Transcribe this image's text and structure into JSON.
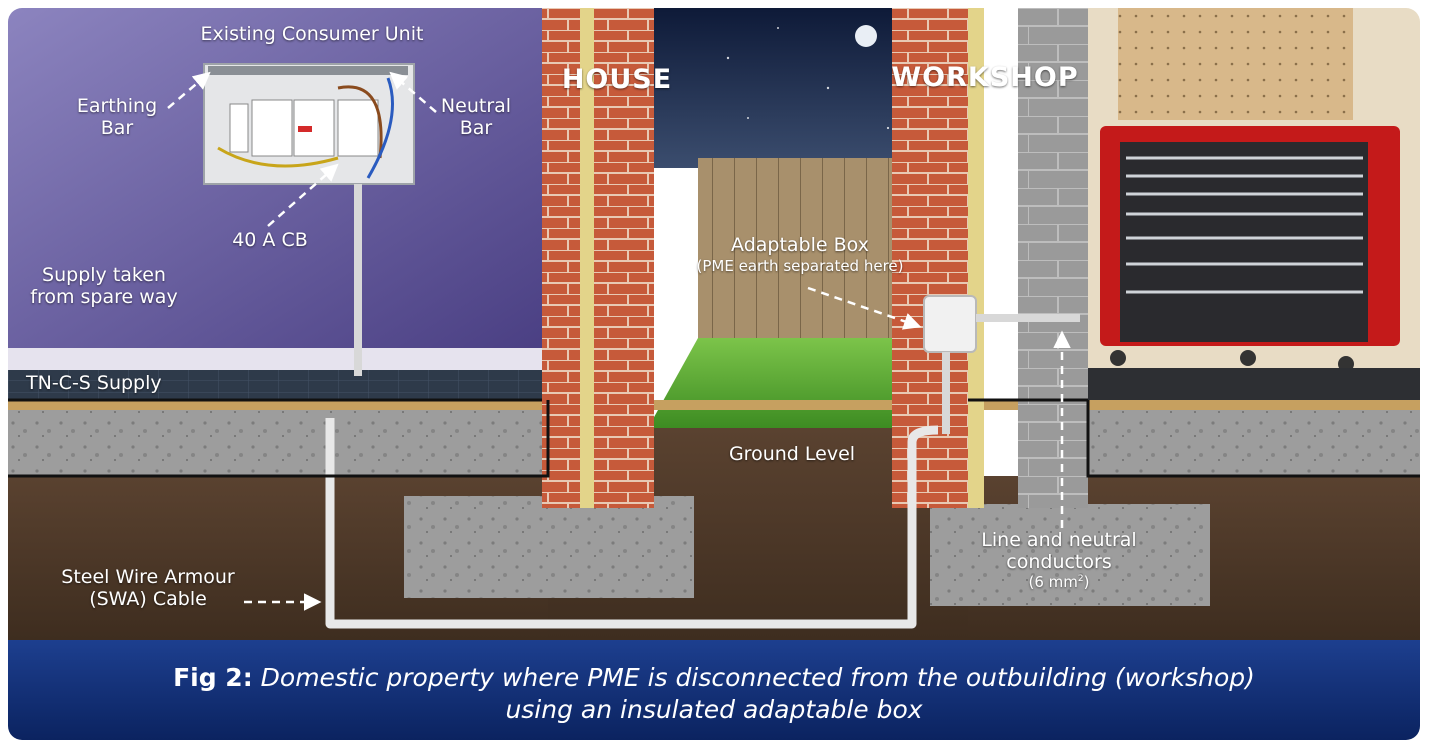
{
  "labels": {
    "existing_consumer_unit": "Existing Consumer Unit",
    "earthing_bar_1": "Earthing",
    "earthing_bar_2": "Bar",
    "neutral_bar_1": "Neutral",
    "neutral_bar_2": "Bar",
    "cb_40a": "40 A CB",
    "supply_1": "Supply taken",
    "supply_2": "from spare way",
    "tncs": "TN-C-S Supply",
    "house": "HOUSE",
    "workshop": "WORKSHOP",
    "adaptable_box": "Adaptable Box",
    "pme_separated": "(PME earth separated here)",
    "ground_level": "Ground Level",
    "line_neutral_1": "Line and neutral",
    "line_neutral_2": "conductors",
    "line_neutral_3": "(6 mm",
    "line_neutral_sup": "2",
    "line_neutral_close": ")",
    "swa_1": "Steel Wire Armour",
    "swa_2": "(SWA) Cable"
  },
  "caption": {
    "fig": "Fig 2:",
    "line1": "Domestic property where PME is disconnected from the outbuilding (workshop)",
    "line2": "using an insulated adaptable box"
  },
  "colors": {
    "wall_purple": "#5a4f92",
    "brick": "#c85a3c",
    "grass": "#5aa832",
    "soil": "#4d3a28",
    "concrete": "#9a9a9a",
    "caption_blue": "#12307a",
    "toolbox_red": "#c41a1a"
  }
}
